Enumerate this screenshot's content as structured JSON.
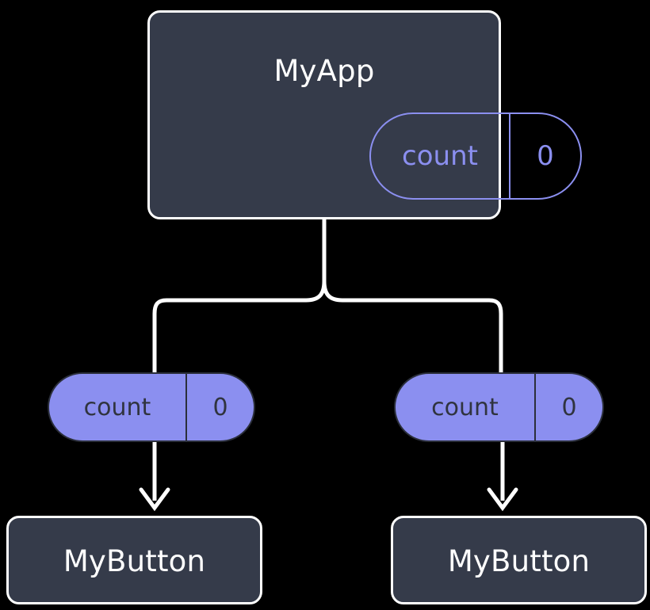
{
  "diagram": {
    "title_node": "MyApp",
    "background_color": "#000000",
    "box_fill_color": "#353b4a",
    "box_border_color": "#ffffff",
    "accent_color": "#8b8ff0",
    "pill_text_color_filled": "#30343f",
    "edge_color": "#ffffff"
  },
  "nodes": {
    "root": {
      "label": "MyApp",
      "state_pill": {
        "key": "count",
        "value": "0"
      }
    },
    "children": [
      {
        "prop_pill": {
          "key": "count",
          "value": "0"
        },
        "label": "MyButton"
      },
      {
        "prop_pill": {
          "key": "count",
          "value": "0"
        },
        "label": "MyButton"
      }
    ]
  }
}
